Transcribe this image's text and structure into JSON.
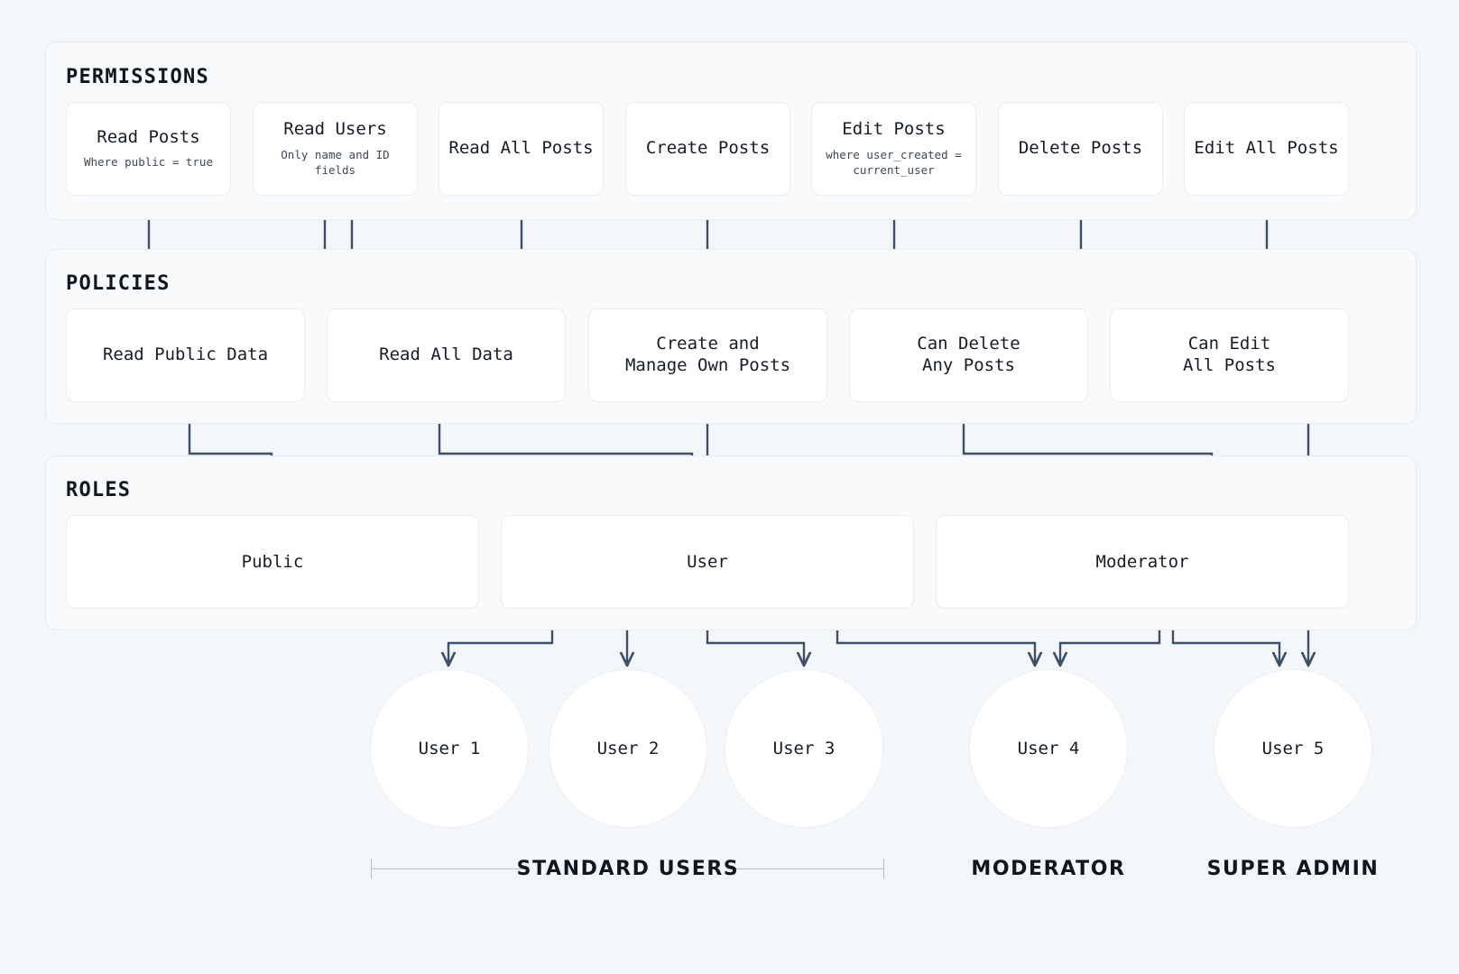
{
  "theme": {
    "page_bg": "#f3f7fa",
    "band_bg": "#f8fafc",
    "band_border": "#e6ecf2",
    "card_bg": "#ffffff",
    "card_border": "#e8edf2",
    "connector": "#3e5068",
    "text": "#161d26",
    "muted_text": "#3d4853",
    "bracket": "#aebfd0"
  },
  "bands": [
    {
      "id": "permissions",
      "title": "PERMISSIONS"
    },
    {
      "id": "policies",
      "title": "POLICIES"
    },
    {
      "id": "roles",
      "title": "ROLES"
    }
  ],
  "permissions": [
    {
      "title": "Read Posts",
      "sub": "Where public = true"
    },
    {
      "title": "Read Users",
      "sub": "Only name and ID fields"
    },
    {
      "title": "Read All Posts",
      "sub": ""
    },
    {
      "title": "Create Posts",
      "sub": ""
    },
    {
      "title": "Edit Posts",
      "sub": "where user_created =\ncurrent_user"
    },
    {
      "title": "Delete Posts",
      "sub": ""
    },
    {
      "title": "Edit All Posts",
      "sub": ""
    }
  ],
  "policies": [
    {
      "title": "Read Public Data"
    },
    {
      "title": "Read All Data"
    },
    {
      "title": "Create and\nManage Own Posts"
    },
    {
      "title": "Can Delete\nAny Posts"
    },
    {
      "title": "Can Edit\nAll Posts"
    }
  ],
  "roles": [
    {
      "title": "Public"
    },
    {
      "title": "User"
    },
    {
      "title": "Moderator"
    }
  ],
  "users": [
    {
      "label": "User 1"
    },
    {
      "label": "User 2"
    },
    {
      "label": "User 3"
    },
    {
      "label": "User 4"
    },
    {
      "label": "User 5"
    }
  ],
  "groups": [
    {
      "label": "STANDARD USERS",
      "bracket": true
    },
    {
      "label": "MODERATOR",
      "bracket": false
    },
    {
      "label": "SUPER ADMIN",
      "bracket": false
    }
  ],
  "edges": [
    {
      "from": "Read Posts",
      "to": "Read Public Data"
    },
    {
      "from": "Read Users",
      "to": "Read Public Data"
    },
    {
      "from": "Read Users",
      "to": "Read All Data"
    },
    {
      "from": "Read All Posts",
      "to": "Read All Data"
    },
    {
      "from": "Create Posts",
      "to": "Create and Manage Own Posts"
    },
    {
      "from": "Edit Posts",
      "to": "Create and Manage Own Posts"
    },
    {
      "from": "Delete Posts",
      "to": "Can Delete Any Posts"
    },
    {
      "from": "Edit All Posts",
      "to": "Can Edit All Posts"
    },
    {
      "from": "Read Public Data",
      "to": "Public"
    },
    {
      "from": "Read All Data",
      "to": "User"
    },
    {
      "from": "Create and Manage Own Posts",
      "to": "User"
    },
    {
      "from": "Can Delete Any Posts",
      "to": "Moderator"
    },
    {
      "from": "Can Edit All Posts",
      "to": "User 5"
    },
    {
      "from": "Public",
      "to": "User 1"
    },
    {
      "from": "Public",
      "to": "User 2"
    },
    {
      "from": "Public",
      "to": "User 3"
    },
    {
      "from": "User",
      "to": "User 3"
    },
    {
      "from": "User",
      "to": "User 4"
    },
    {
      "from": "Moderator",
      "to": "User 4"
    },
    {
      "from": "Moderator",
      "to": "User 5"
    }
  ]
}
